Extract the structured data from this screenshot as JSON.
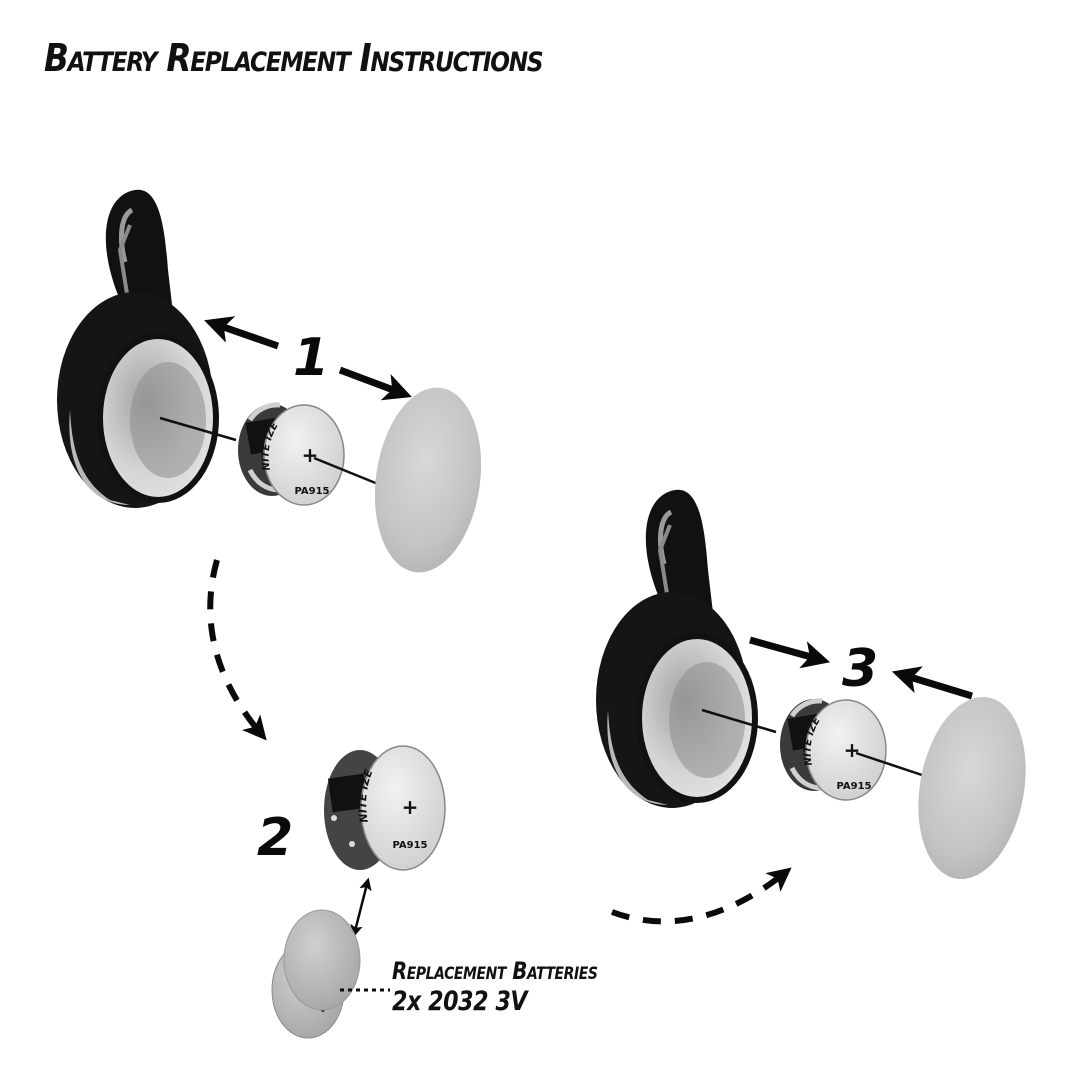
{
  "title": "Battery Replacement Instructions",
  "steps": [
    {
      "number": "1"
    },
    {
      "number": "2"
    },
    {
      "number": "3"
    }
  ],
  "module_label": {
    "brand": "NITE IZE",
    "polarity": "+",
    "model": "PA915"
  },
  "caption": {
    "line1": "Replacement Batteries",
    "line2": "2x 2032 3V"
  },
  "colors": {
    "ink": "#0a0a0a",
    "housing": "#1a1a1a",
    "lens": "#c8c8c8",
    "lens_ring": "#dcdcdc",
    "coin": "#b5b5b5"
  }
}
